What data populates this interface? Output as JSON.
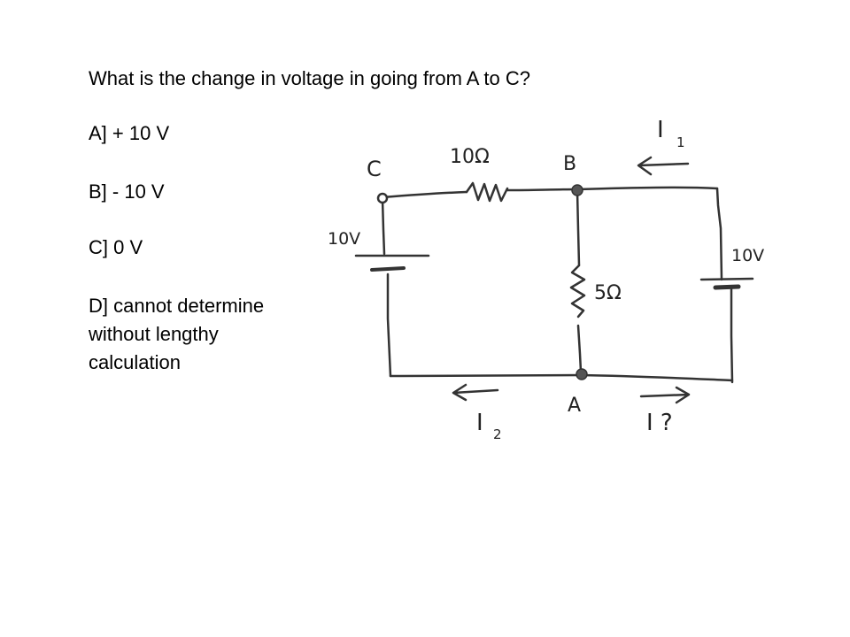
{
  "question": "What is the change in voltage in going from A to C?",
  "options": {
    "a": "A] + 10 V",
    "b": "B] - 10 V",
    "c": "C] 0 V",
    "d": "D] cannot determine without lengthy calculation"
  },
  "circuit": {
    "nodes": {
      "a": "A",
      "b": "B",
      "c": "C"
    },
    "resistor_top": "10Ω",
    "resistor_mid": "5Ω",
    "battery_left": "10V",
    "battery_right": "10V",
    "current_1": "I",
    "current_1_sub": "1",
    "current_2": "I",
    "current_2_sub": "2",
    "current_unknown": "I ?"
  }
}
